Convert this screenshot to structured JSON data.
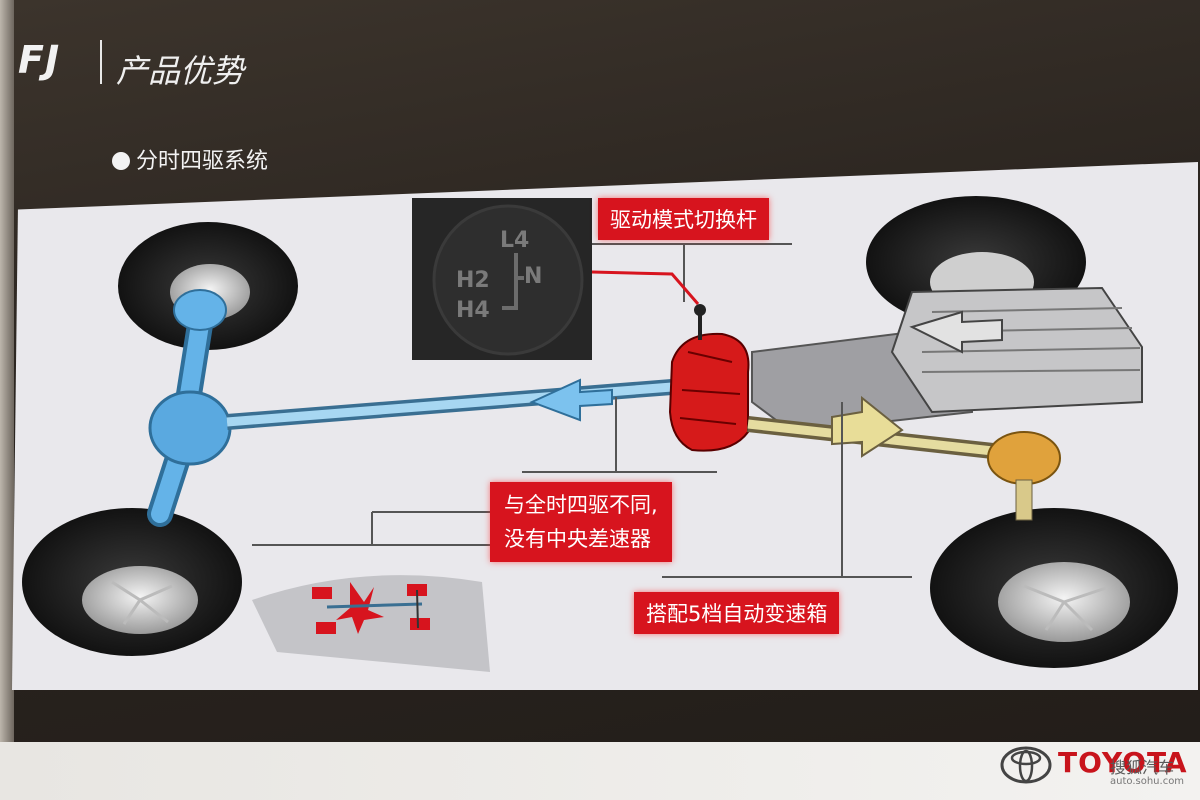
{
  "header": {
    "logo_text": "FJ",
    "section_title": "产品优势"
  },
  "slide": {
    "subtitle": "分时四驱系统"
  },
  "shifter_inset": {
    "labels": {
      "l4": "L4",
      "n": "N",
      "h2": "H2",
      "h4": "H4"
    }
  },
  "callouts": {
    "shift_lever": "驱动模式切换杆",
    "no_center_diff_line1": "与全时四驱不同,",
    "no_center_diff_line2": "没有中央差速器",
    "transmission": "搭配5档自动变速箱"
  },
  "footer": {
    "brand": "TOYOTA",
    "watermark": "搜狐汽车",
    "watermark_url": "auto.sohu.com"
  },
  "colors": {
    "callout_red": "#d7141e",
    "front_axle_blue": "#5aa9e0",
    "rear_driveline_yellow": "#d9c98a",
    "transfer_case_red": "#d61a1a",
    "panel_background": "#e9e8ec"
  }
}
